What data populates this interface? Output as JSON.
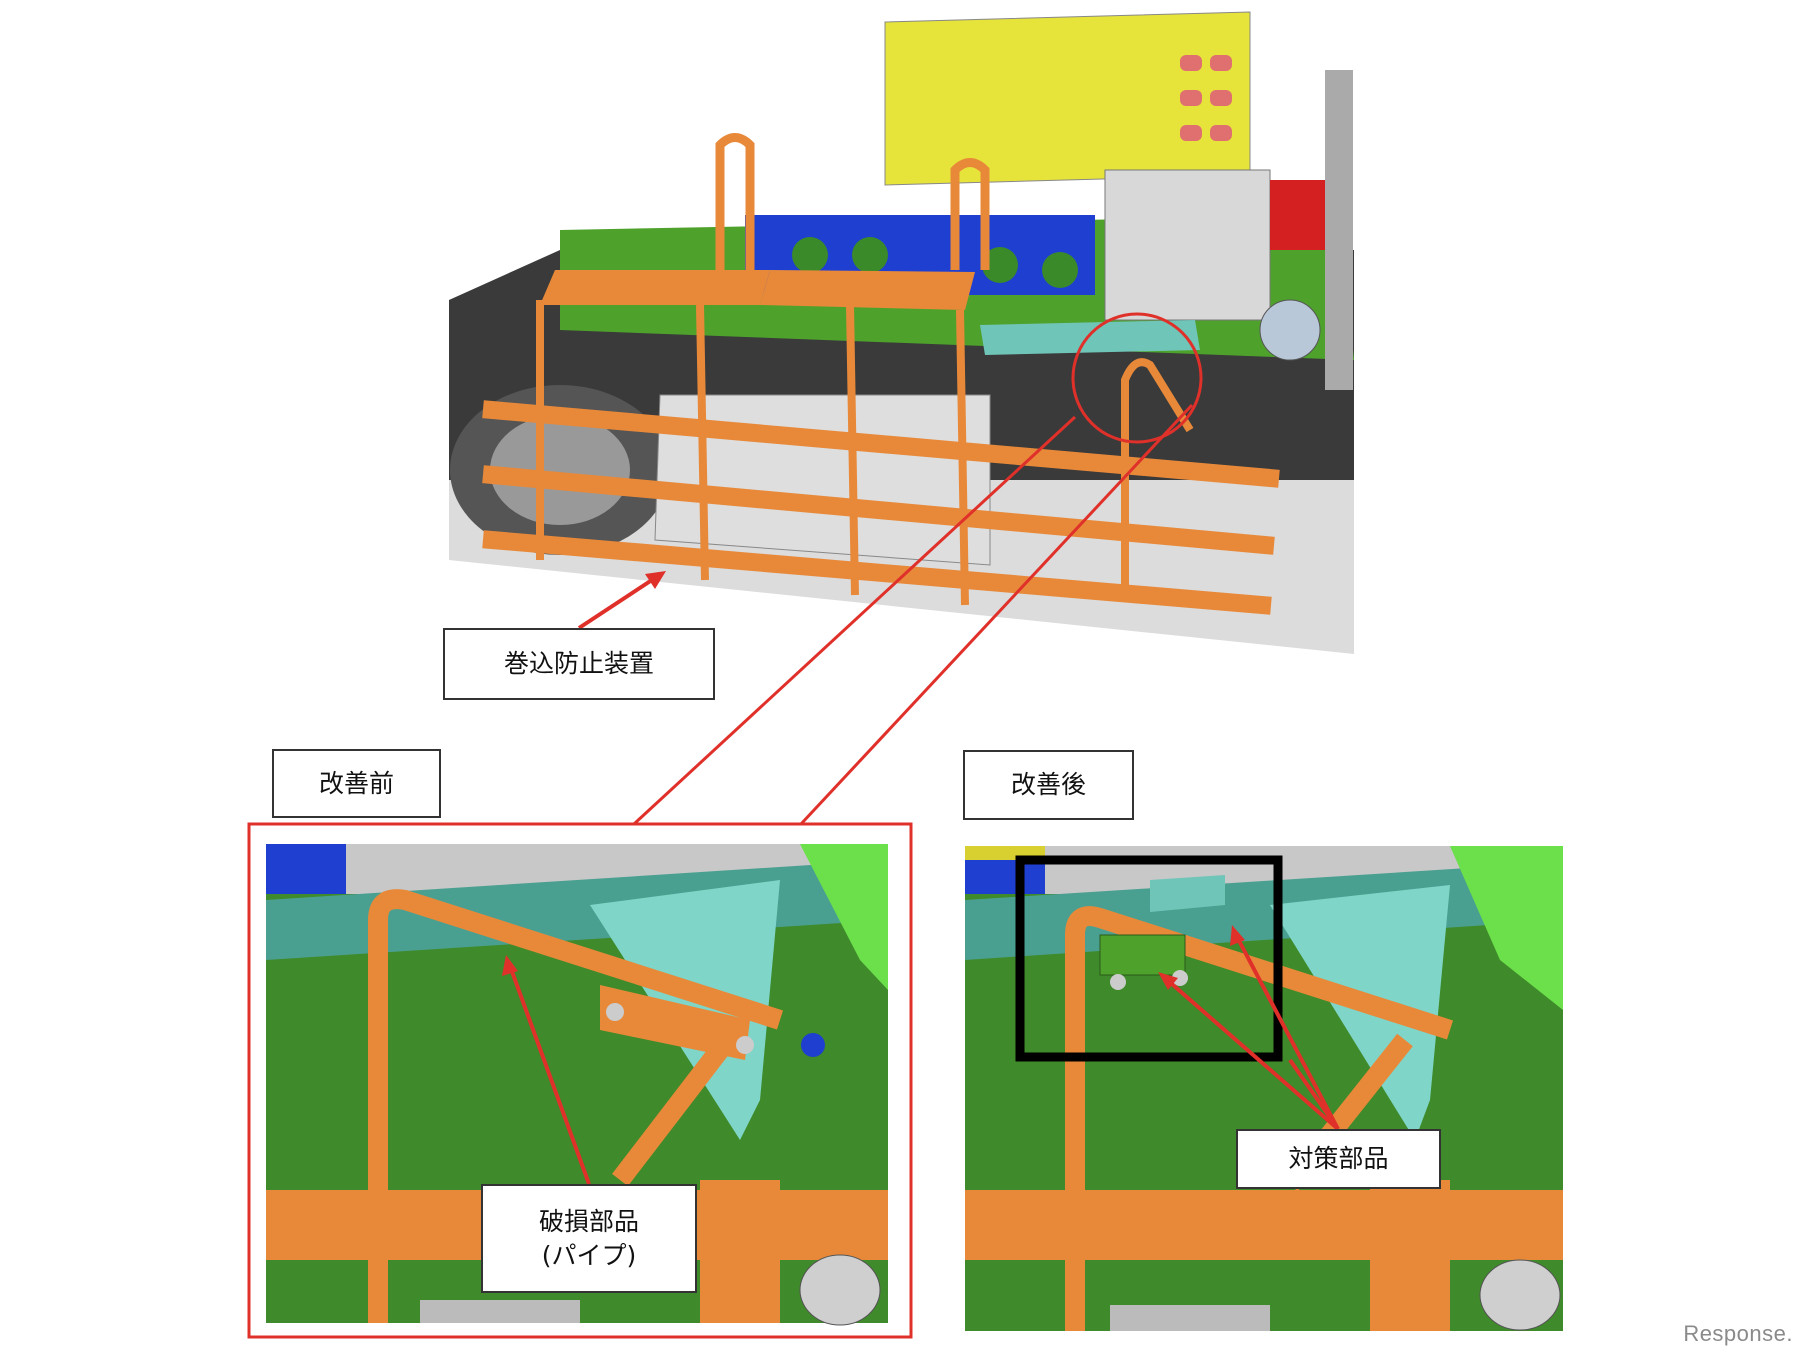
{
  "labels": {
    "device": "巻込防止装置",
    "before": "改善前",
    "after": "改善後",
    "damaged_part_line1": "破損部品",
    "damaged_part_line2": "(パイプ)",
    "countermeasure_part": "対策部品"
  },
  "watermark": "Response.",
  "colors": {
    "guard_orange": "#e8893a",
    "frame_green": "#3f8a2a",
    "teal": "#6fc5b8",
    "highlight_red": "#e0302a",
    "yellow_box": "#e6e43a",
    "blue_frame": "#1f3fd0"
  }
}
